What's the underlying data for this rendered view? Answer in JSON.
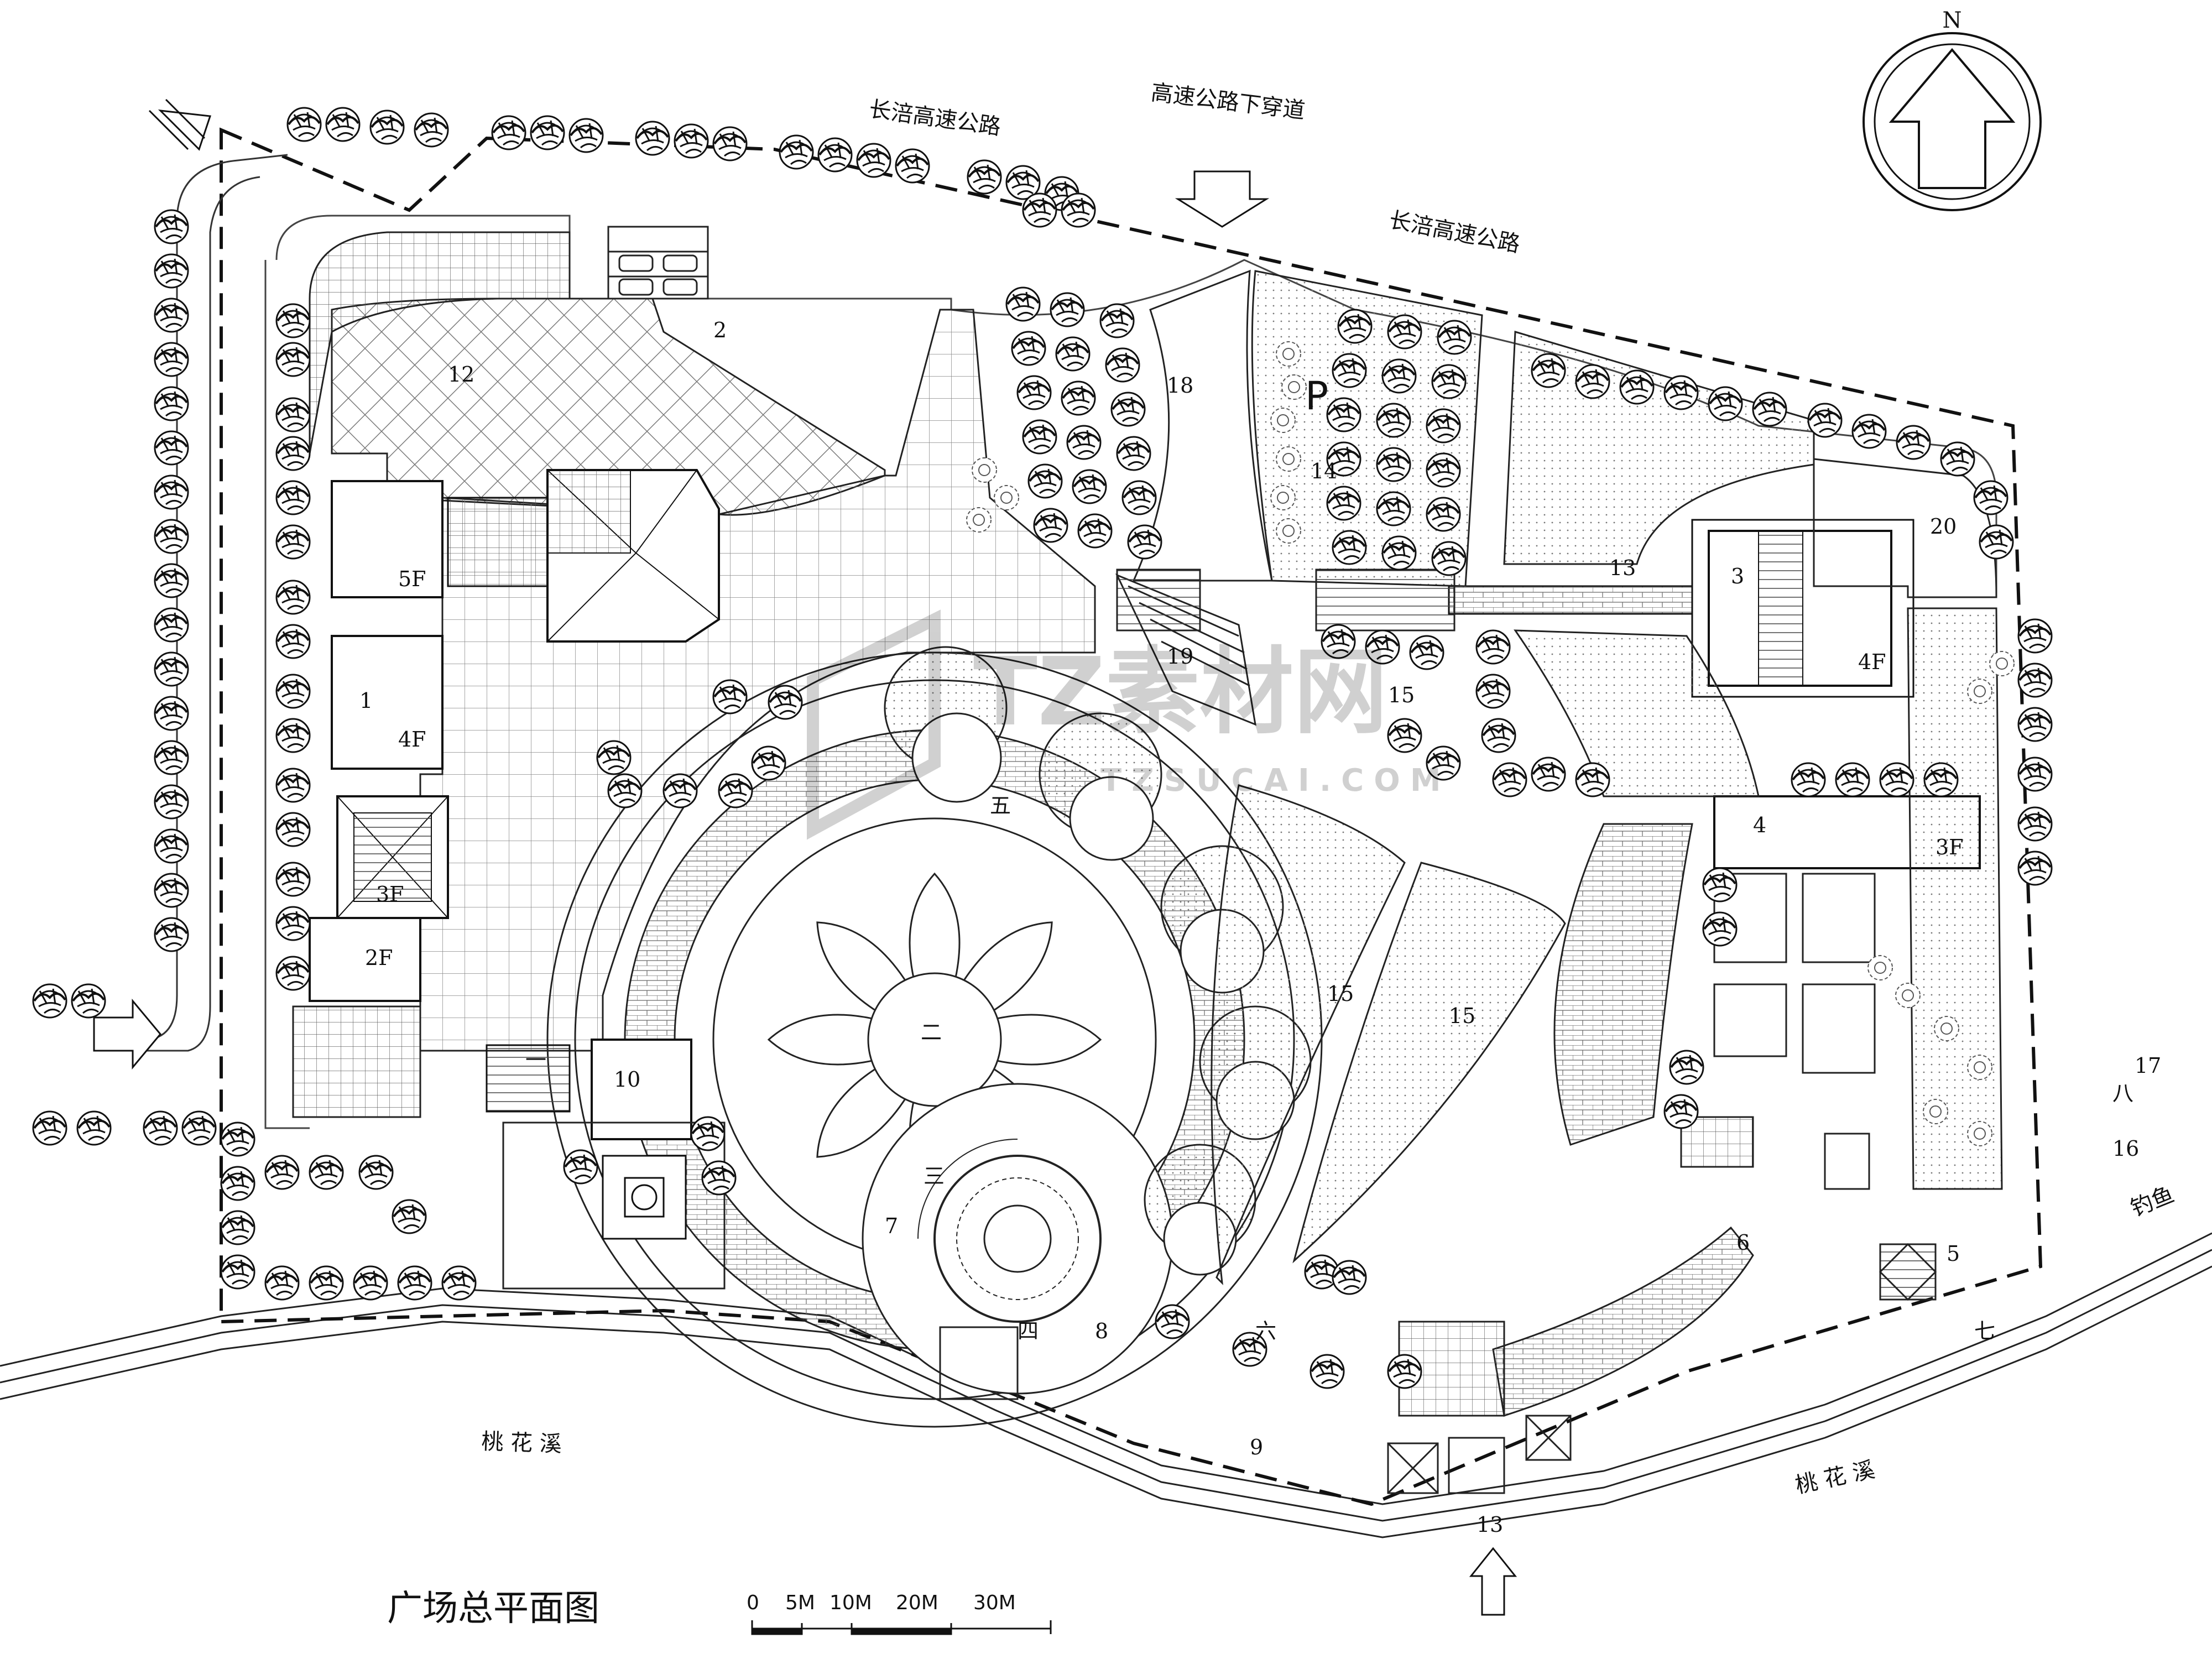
{
  "roads": {
    "road_north_left": "长涪高速公路",
    "underpass": "高速公路下穿道",
    "road_north_right": "长涪高速公路",
    "creek_left": "桃 花 溪",
    "creek_right": "桃 花 溪",
    "fishing_partial": "钓鱼"
  },
  "compass": {
    "north": "N"
  },
  "title": "广场总平面图",
  "scale_bar": {
    "ticks": [
      "0",
      "5M",
      "10M",
      "20M",
      "30M"
    ]
  },
  "buildings": [
    {
      "num": "1",
      "floors": "4F"
    },
    {
      "num": "",
      "floors": "5F"
    },
    {
      "num": "",
      "floors": "3F"
    },
    {
      "num": "",
      "floors": "2F"
    },
    {
      "num": "3",
      "floors": "4F"
    },
    {
      "num": "4",
      "floors": "3F"
    }
  ],
  "labels": {
    "n2": "2",
    "n5": "5",
    "n6": "6",
    "n7": "7",
    "n8": "8",
    "n9": "9",
    "n10": "10",
    "n12": "12",
    "n13a": "13",
    "n13b": "13",
    "n14": "14",
    "n15a": "15",
    "n15b": "15",
    "n15c": "15",
    "n16": "16",
    "n17": "17",
    "n18": "18",
    "n19": "19",
    "n20": "20",
    "parking": "P",
    "c1": "一",
    "c2": "二",
    "c3": "三",
    "c4": "四",
    "c5": "五",
    "c6": "六",
    "c7": "七",
    "c8": "八"
  },
  "watermark": {
    "main": "TZ素材网",
    "sub": "TZSUCAI.COM"
  }
}
